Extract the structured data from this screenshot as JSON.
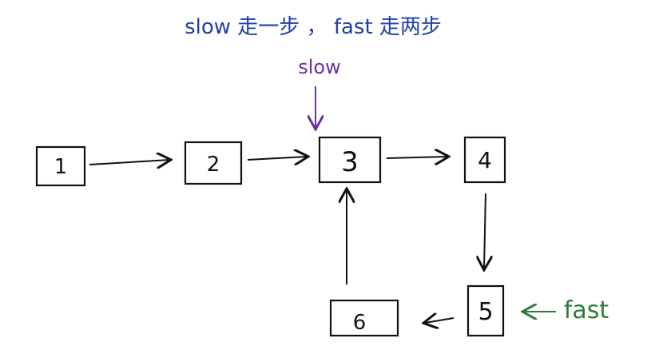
{
  "heading": "slow 走一步 ， fast 走两步",
  "colors": {
    "ink": "#111111",
    "heading": "#1f3fa6",
    "slow": "#6a2fa2",
    "fast": "#2f7a3a"
  },
  "nodes": [
    {
      "id": "n1",
      "label": "1"
    },
    {
      "id": "n2",
      "label": "2"
    },
    {
      "id": "n3",
      "label": "3"
    },
    {
      "id": "n4",
      "label": "4"
    },
    {
      "id": "n5",
      "label": "5"
    },
    {
      "id": "n6",
      "label": "6"
    }
  ],
  "edges": [
    {
      "from": "n1",
      "to": "n2"
    },
    {
      "from": "n2",
      "to": "n3"
    },
    {
      "from": "n3",
      "to": "n4"
    },
    {
      "from": "n4",
      "to": "n5"
    },
    {
      "from": "n5",
      "to": "n6"
    },
    {
      "from": "n6",
      "to": "n3"
    }
  ],
  "pointers": {
    "slow": {
      "label": "slow",
      "target": "n3"
    },
    "fast": {
      "label": "fast",
      "target": "n5"
    }
  }
}
